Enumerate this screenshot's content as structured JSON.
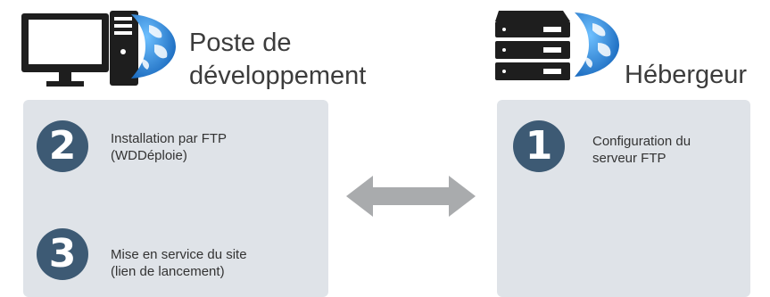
{
  "left": {
    "title": "Poste de\ndéveloppement",
    "steps": [
      {
        "number": "2",
        "text": "Installation par FTP\n(WDDéploie)"
      },
      {
        "number": "3",
        "text": "Mise en service du site\n(lien de lancement)"
      }
    ],
    "icons": [
      "computer-icon",
      "globe-icon"
    ]
  },
  "right": {
    "title": "Hébergeur",
    "steps": [
      {
        "number": "1",
        "text": "Configuration du\nserveur FTP"
      }
    ],
    "icons": [
      "server-icon",
      "globe-icon"
    ]
  },
  "colors": {
    "panel": "#dfe3e8",
    "badge": "#3d5a74",
    "arrow": "#a9abad",
    "icon_dark": "#1e1e1e",
    "globe": "#2a82d4"
  }
}
